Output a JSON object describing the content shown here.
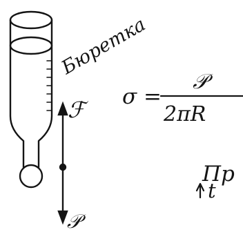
{
  "labels": {
    "burette": "Бюретка",
    "force_f": "ℱ",
    "force_p": "𝒫"
  },
  "formula": {
    "lhs": "σ =",
    "numerator": "𝒫",
    "denominator": "2πR"
  },
  "cropped_note": {
    "line1": "Пр",
    "line2": "t"
  },
  "colors": {
    "ink": "#141414",
    "background": "#ffffff"
  }
}
